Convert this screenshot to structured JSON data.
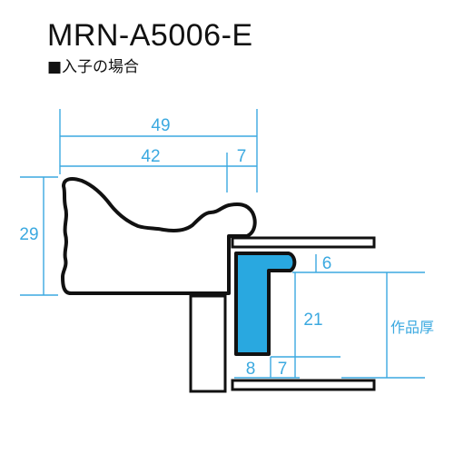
{
  "header": {
    "model": "MRN-A5006-E",
    "caption": "■入子の場合"
  },
  "colors": {
    "dimension": "#3ba9e0",
    "outline": "#111111",
    "insert_fill": "#29a8e0",
    "background": "#ffffff"
  },
  "dimensions": {
    "overall_width": "49",
    "inner_width": "42",
    "lip_width": "7",
    "height": "29",
    "insert_top": "6",
    "insert_height": "21",
    "insert_bottom_left": "8",
    "insert_bottom_right": "7",
    "artwork_thickness": "作品厚"
  }
}
